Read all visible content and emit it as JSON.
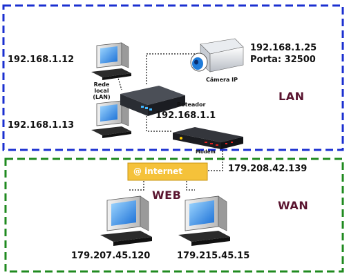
{
  "lan": {
    "zone_label": "LAN",
    "pc1_ip": "192.168.1.12",
    "pc2_ip": "192.168.1.13",
    "switch_label_line1": "Rede",
    "switch_label_line2": "local",
    "switch_label_line3": "(LAN)",
    "camera_ip": "192.168.1.25",
    "camera_port": "Porta: 32500",
    "camera_label": "Câmera IP",
    "router_label": "Roteador",
    "router_ip": "192.168.1.1",
    "modem_label": "Modem"
  },
  "wan": {
    "zone_label": "WAN",
    "web_label": "WEB",
    "internet_label": "@ internet",
    "public_ip": "179.208.42.139",
    "pc_a_ip": "179.207.45.120",
    "pc_b_ip": "179.215.45.15"
  },
  "colors": {
    "lan_border": "#1a2fd0",
    "wan_border": "#1f8a1f",
    "zone_text": "#5a1530",
    "internet_box": "#f5c23a"
  }
}
